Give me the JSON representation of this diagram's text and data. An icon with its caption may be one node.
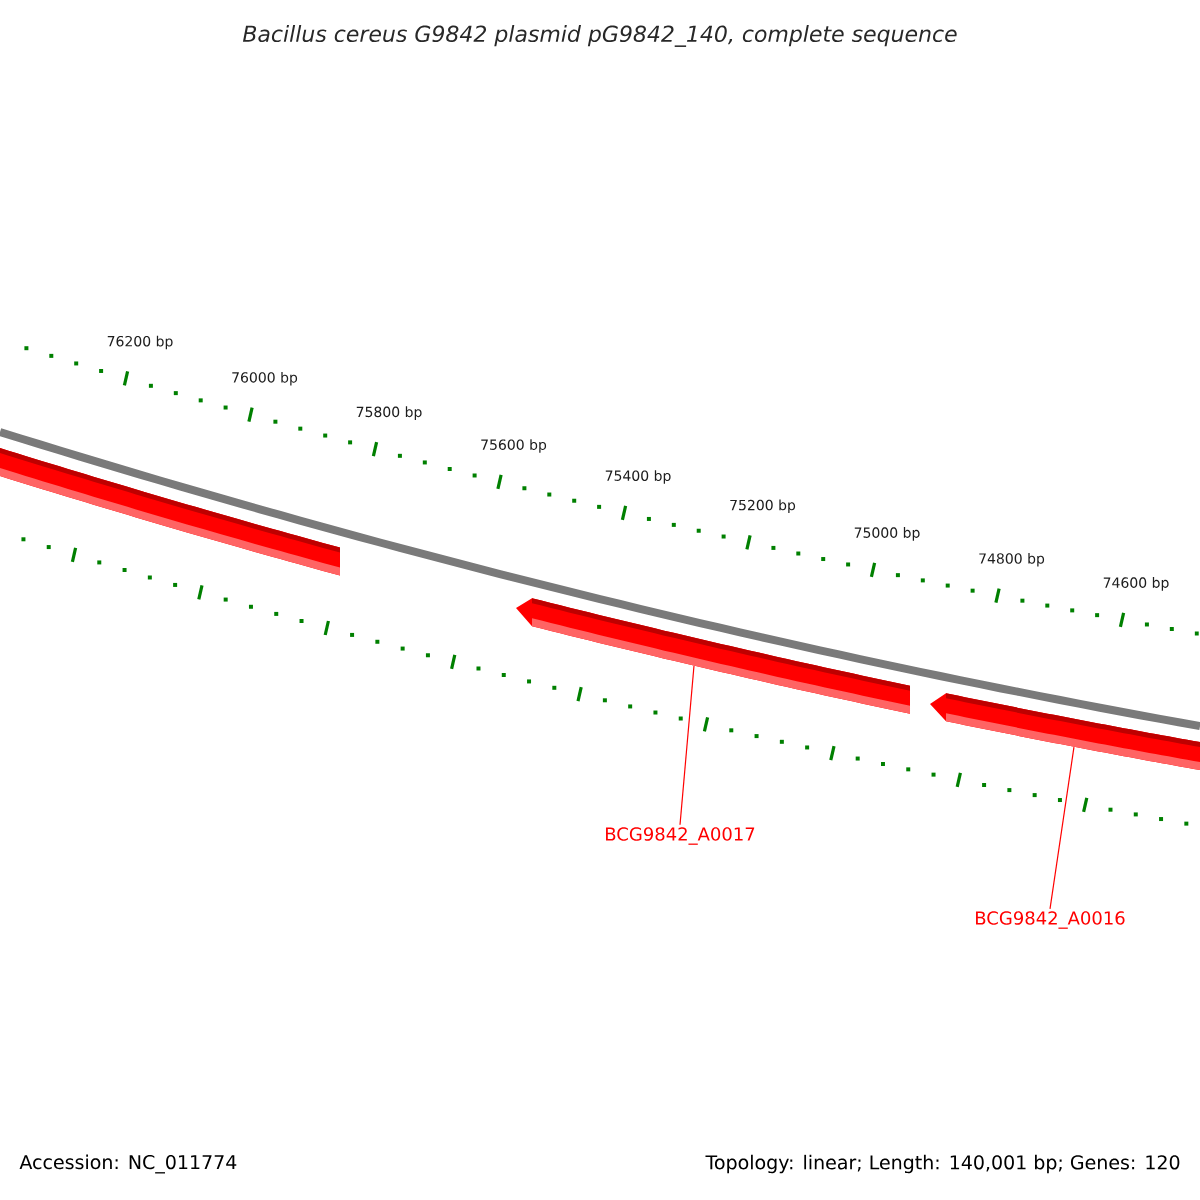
{
  "diagram": {
    "title": "Bacillus cereus G9842 plasmid pG9842_140, complete sequence",
    "nodes": [
      {
        "text": [],
        "shape": "bar"
      },
      {
        "text": [],
        "shape": "bar"
      },
      {
        "text": [],
        "shape": "bar"
      },
      {
        "text": [
          "BCG9842_A0017"
        ]
      },
      {
        "text": [
          "BCG9842_A0016"
        ]
      }
    ],
    "edges": [
      {
        "from": 3,
        "to": 1,
        "arrow": "none"
      },
      {
        "from": 4,
        "to": 2,
        "arrow": "none"
      }
    ],
    "labels": [
      "76200 bp",
      "76000 bp",
      "75800 bp",
      "75600 bp",
      "75400 bp",
      "75200 bp",
      "75000 bp",
      "74800 bp",
      "74600 bp",
      "Accession: NC_011774",
      "Topology: linear; Length: 140,001 bp; Genes: 120"
    ]
  }
}
